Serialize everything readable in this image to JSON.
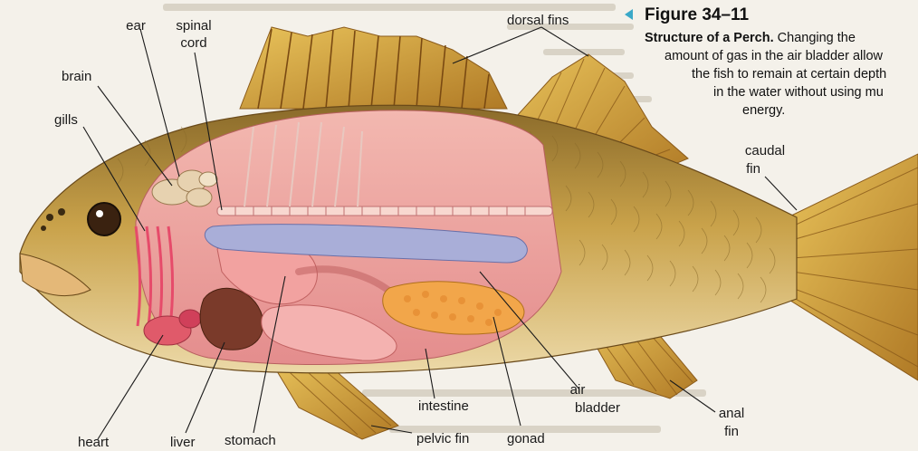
{
  "figure": {
    "number": "Figure 34–11",
    "title": "Structure of a Perch.",
    "caption_lines": [
      "Changing the",
      "amount of gas in the air bladder allow",
      "the fish to remain at certain depth",
      "in the water without using mu",
      "energy."
    ]
  },
  "labels": {
    "ear": "ear",
    "spinal": "spinal",
    "cord": "cord",
    "dorsal_fins": "dorsal fins",
    "brain": "brain",
    "gills": "gills",
    "caudal": "caudal",
    "caudal_fin": "fin",
    "heart": "heart",
    "liver": "liver",
    "stomach": "stomach",
    "intestine": "intestine",
    "pelvic_fin": "pelvic fin",
    "gonad": "gonad",
    "air": "air",
    "bladder": "bladder",
    "anal": "anal",
    "anal_fin": "fin"
  },
  "colors": {
    "body": "#c9a24a",
    "belly": "#e9d3a0",
    "flesh": "#eea0a0",
    "fin": "#d4a23a",
    "liver": "#7a3a2a",
    "gonad": "#f2a64a",
    "air_bladder": "#a9aed8",
    "accent": "#3aa8c8"
  }
}
